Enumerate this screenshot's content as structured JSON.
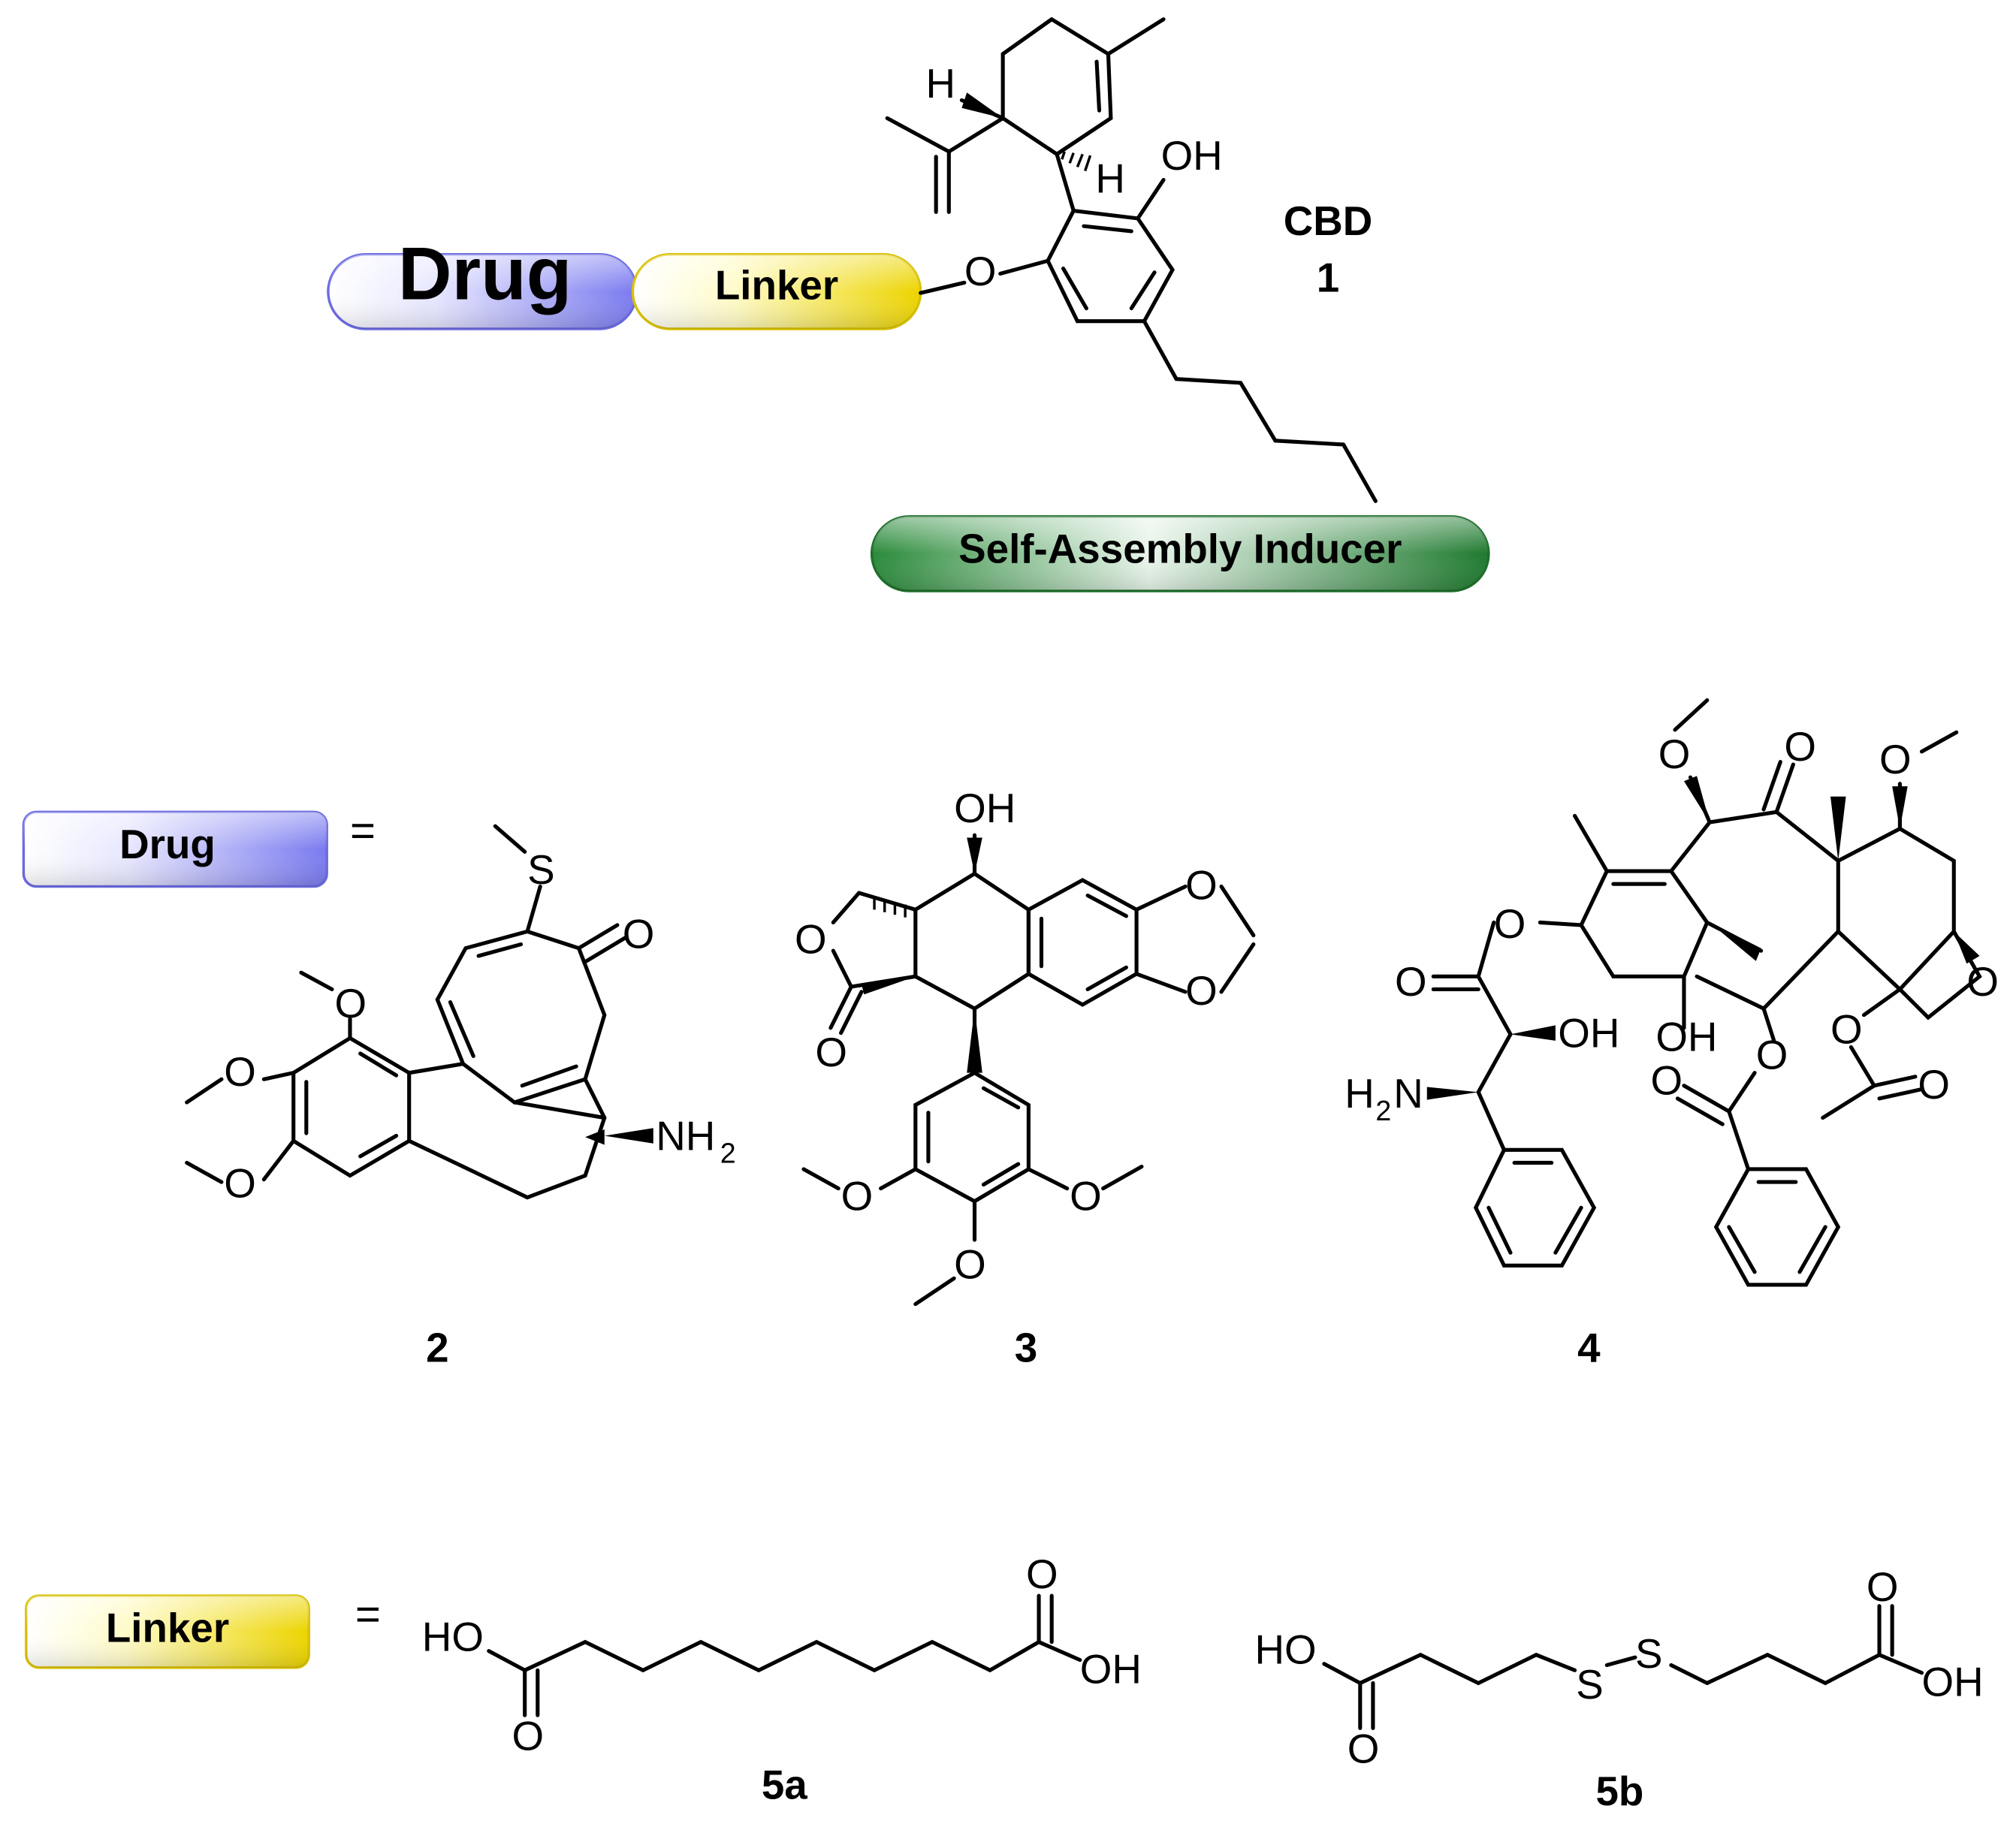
{
  "pills": {
    "drug": "Drug",
    "linker": "Linker",
    "self_assembly": "Self-Assembly Inducer"
  },
  "cbd": {
    "name": "CBD",
    "number": "1"
  },
  "equals": "=",
  "compounds": {
    "c2": "2",
    "c3": "3",
    "c4": "4",
    "c5a": "5a",
    "c5b": "5b"
  },
  "atoms": {
    "H": "H",
    "OH": "OH",
    "O": "O",
    "S": "S",
    "HO": "HO",
    "N": "N",
    "NH": "NH",
    "sub2": "2"
  },
  "colors": {
    "drug": "#8080ff",
    "linker": "#f0e020",
    "self_assembly": "#2a8a3a"
  }
}
